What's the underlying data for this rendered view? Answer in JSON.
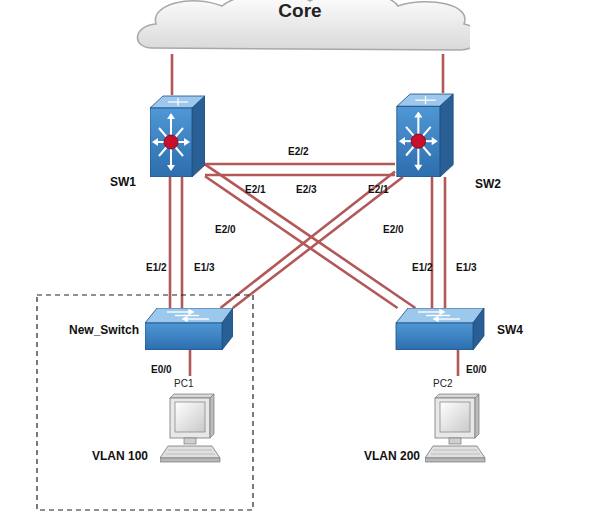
{
  "diagram": {
    "nodes": [
      {
        "text": [
          "Core"
        ]
      },
      {
        "text": [
          "SW1"
        ]
      },
      {
        "text": [
          "SW2"
        ]
      },
      {
        "text": [
          "New_Switch"
        ]
      },
      {
        "text": [
          "SW4"
        ]
      },
      {
        "text": [
          "PC1",
          "VLAN 100"
        ]
      },
      {
        "text": [
          "PC2",
          "VLAN 200"
        ]
      }
    ],
    "edges": [
      {
        "from": 0,
        "to": 1,
        "arrow": "none"
      },
      {
        "from": 0,
        "to": 2,
        "arrow": "none"
      },
      {
        "from": 1,
        "to": 2,
        "arrow": "none"
      },
      {
        "from": 1,
        "to": 2,
        "arrow": "none"
      },
      {
        "from": 1,
        "to": 3,
        "arrow": "none"
      },
      {
        "from": 1,
        "to": 3,
        "arrow": "none"
      },
      {
        "from": 1,
        "to": 4,
        "arrow": "none"
      },
      {
        "from": 1,
        "to": 4,
        "arrow": "none"
      },
      {
        "from": 2,
        "to": 3,
        "arrow": "none"
      },
      {
        "from": 2,
        "to": 3,
        "arrow": "none"
      },
      {
        "from": 2,
        "to": 4,
        "arrow": "none"
      },
      {
        "from": 2,
        "to": 4,
        "arrow": "none"
      },
      {
        "from": 3,
        "to": 5,
        "arrow": "none"
      },
      {
        "from": 4,
        "to": 6,
        "arrow": "none"
      }
    ],
    "labels": [
      "E2/2",
      "E2/1",
      "E2/3",
      "E2/1",
      "E2/0",
      "E2/0",
      "E1/2",
      "E1/3",
      "E1/2",
      "E1/3",
      "E0/0",
      "E0/0"
    ]
  }
}
